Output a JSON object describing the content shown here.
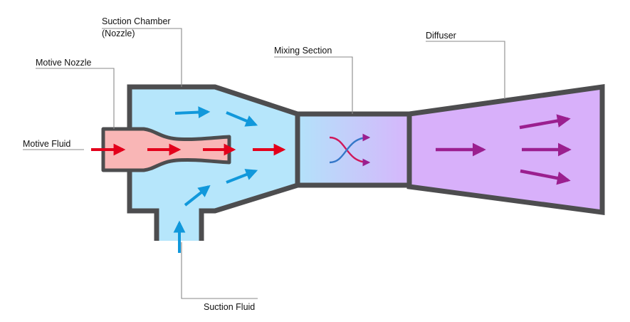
{
  "labels": {
    "suction_chamber_line1": "Suction Chamber",
    "suction_chamber_line2": "(Nozzle)",
    "motive_nozzle": "Motive Nozzle",
    "motive_fluid": "Motive Fluid",
    "mixing_section": "Mixing Section",
    "diffuser": "Diffuser",
    "suction_fluid": "Suction Fluid"
  },
  "colors": {
    "outline": "#4d4d4f",
    "leader_line": "#8a8a8a",
    "suction_chamber_fill": "#b6e6fb",
    "motive_nozzle_fill": "#f9b6b6",
    "mixing_fill_start": "#b3e2fa",
    "mixing_fill_end": "#d6b6fb",
    "diffuser_fill": "#d8b0fa",
    "motive_arrow": "#e3001b",
    "suction_arrow": "#1198db",
    "mixed_arrow": "#9b1f8f"
  }
}
